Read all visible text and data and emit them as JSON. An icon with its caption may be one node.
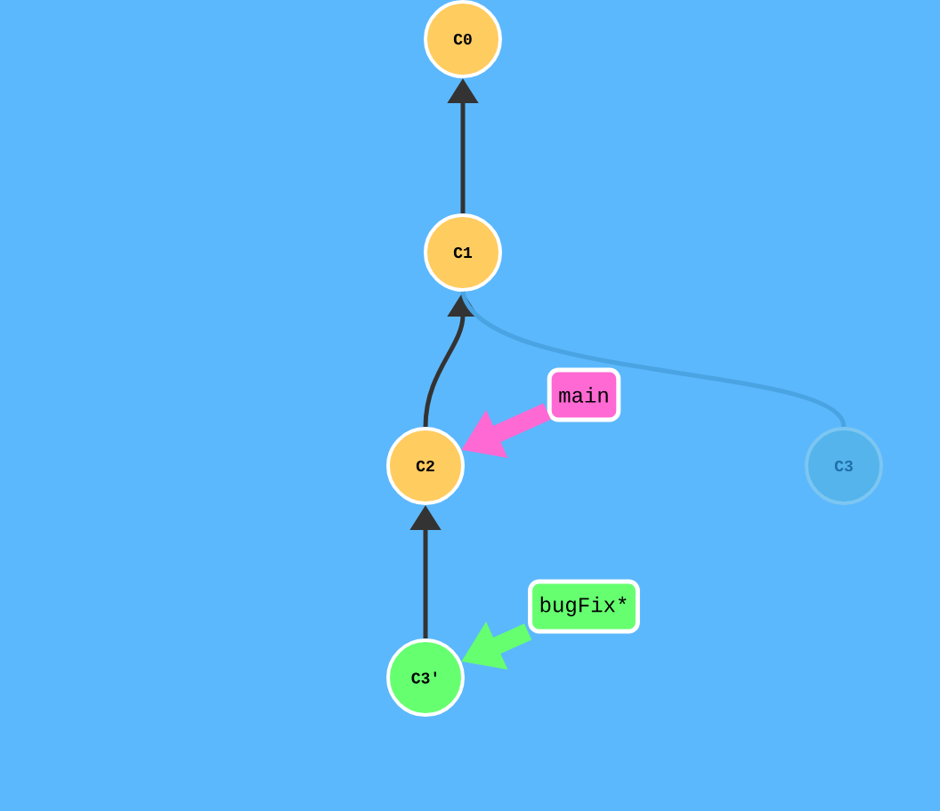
{
  "diagram": {
    "nodes": [
      {
        "text": [
          "C0"
        ]
      },
      {
        "text": [
          "C1"
        ]
      },
      {
        "text": [
          "C2"
        ]
      },
      {
        "text": [
          "C3"
        ]
      },
      {
        "text": [
          "C3'"
        ]
      },
      {
        "text": [
          "main"
        ]
      },
      {
        "text": [
          "bugFix*"
        ]
      }
    ],
    "edges": [
      {
        "from": 1,
        "to": 0,
        "arrow": "to"
      },
      {
        "from": 2,
        "to": 1,
        "arrow": "to"
      },
      {
        "from": 3,
        "to": 1,
        "arrow": "none",
        "color": "#4aa3e2"
      },
      {
        "from": 4,
        "to": 2,
        "arrow": "to"
      },
      {
        "from": 5,
        "to": 2,
        "arrow": "to",
        "style": "thick",
        "color": "#ff69d4"
      },
      {
        "from": 6,
        "to": 4,
        "arrow": "to",
        "style": "thick",
        "color": "#66ff70"
      }
    ]
  }
}
